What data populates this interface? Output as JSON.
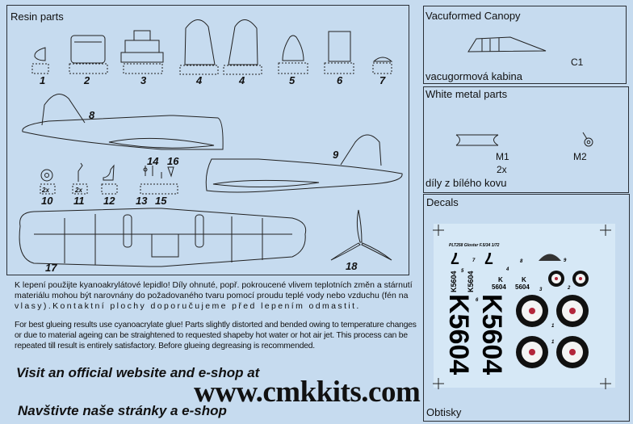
{
  "resin": {
    "title": "Resin parts",
    "part_labels": [
      "1",
      "2",
      "3",
      "4",
      "4",
      "5",
      "6",
      "7",
      "8",
      "9",
      "10",
      "11",
      "12",
      "13",
      "14",
      "15",
      "16",
      "17",
      "18"
    ],
    "qty_2x": "2x"
  },
  "canopy": {
    "title": "Vacuformed Canopy",
    "part": "C1",
    "subtitle": "vacugormová kabina"
  },
  "metal": {
    "title": "White metal parts",
    "part_m1": "M1",
    "qty": "2x",
    "part_m2": "M2",
    "subtitle": "díly z bílého kovu"
  },
  "decals": {
    "title": "Decals",
    "sheet_header": "PLT258 Gloster F.5/34 1/72",
    "serial": "K5604",
    "serial_k": "K",
    "serial_num": "5604",
    "code": "7",
    "numbers": [
      "7",
      "5",
      "4",
      "8",
      "9",
      "3",
      "2",
      "6",
      "1",
      "1"
    ],
    "subtitle": "Obtisky"
  },
  "instructions": {
    "cz_line1": "K lepení použijte kyanoakrylátové lepidlo! Díly ohnuté, popř. pokroucené vlivem teplotních změn a stárnutí materiálu mohou být narovnány do požadovaného tvaru pomocí proudu teplé vody nebo vzduchu (fén na ",
    "cz_line2": "vlasy).Kontaktní plochy doporučujeme před lepením odmastit.",
    "en": "For best glueing results use cyanoacrylate glue! Parts slightly distorted and bended owing to temperature changes or due to material ageing can be straightened to requested shapeby hot water or hot air jet. This process can be repeated till result is entirely satisfactory. Before glueing degreasing is recommended."
  },
  "footer": {
    "visit": "Visit an official website and e-shop at",
    "url": "www.cmkkits.com",
    "visit_cz": "Navštivte naše stránky a e-shop"
  }
}
